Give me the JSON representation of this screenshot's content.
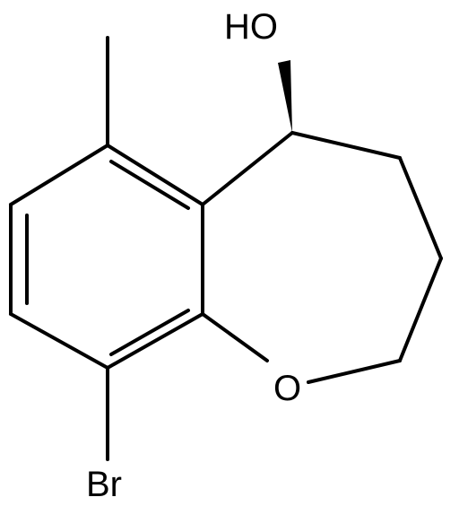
{
  "molecule": {
    "labels": {
      "hydroxyl": "HO",
      "ring_oxygen": "O",
      "bromine": "Br"
    }
  },
  "colors": {
    "bond": "#000000",
    "background": "#ffffff"
  }
}
